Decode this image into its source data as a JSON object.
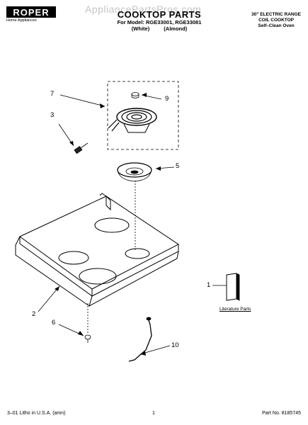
{
  "header": {
    "brand": "ROPER",
    "brand_subtitle": "Home Appliances",
    "watermark": "AppliancePartsPros.com",
    "title": "COOKTOP PARTS",
    "model_line": "For Model: RGE33001, RGE33081",
    "colors": [
      "(White)",
      "(Almond)"
    ],
    "product_description": [
      "30\" ELECTRIC RANGE",
      "COIL COOKTOP",
      "Self–Clean Oven"
    ]
  },
  "callouts": [
    "7",
    "9",
    "3",
    "5",
    "1",
    "2",
    "6",
    "10"
  ],
  "literature_label": "Literature Parts",
  "footer": {
    "left": "3–01 Litho in U.S.A. (amn)",
    "center": "1",
    "right": "Part No. 8185745"
  }
}
